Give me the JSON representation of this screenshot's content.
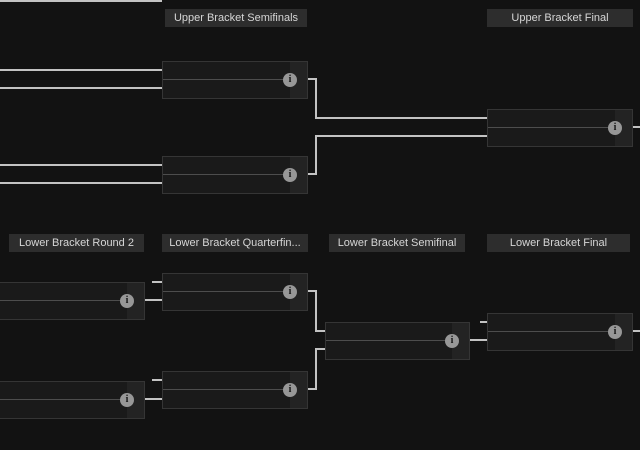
{
  "headers": {
    "upper_semifinals": "Upper Bracket Semifinals",
    "upper_final": "Upper Bracket Final",
    "lower_round_2": "Lower Bracket Round 2",
    "lower_quarterfinals": "Lower Bracket Quarterfin...",
    "lower_semifinal": "Lower Bracket Semifinal",
    "lower_final": "Lower Bracket Final"
  },
  "icons": {
    "info": "i"
  },
  "colors": {
    "background": "#121212",
    "header_bg": "#2d2d2d",
    "header_text": "#d6d6d6",
    "match_bg": "#1a1a1a",
    "match_border": "#353535",
    "match_divider": "#4d4d4d",
    "match_score_column_bg": "#232323",
    "connector": "#c3c3c3",
    "info_icon_bg": "#979797",
    "info_icon_glyph": "#161616"
  },
  "matches": [
    {
      "id": "upper-semifinal-1",
      "round": "Upper Bracket Semifinals",
      "top": "",
      "bottom": ""
    },
    {
      "id": "upper-semifinal-2",
      "round": "Upper Bracket Semifinals",
      "top": "",
      "bottom": ""
    },
    {
      "id": "upper-final",
      "round": "Upper Bracket Final",
      "top": "",
      "bottom": ""
    },
    {
      "id": "lower-round2-1",
      "round": "Lower Bracket Round 2",
      "top": "",
      "bottom": ""
    },
    {
      "id": "lower-round2-2",
      "round": "Lower Bracket Round 2",
      "top": "",
      "bottom": ""
    },
    {
      "id": "lower-quarterfinal-1",
      "round": "Lower Bracket Quarterfinals",
      "top": "",
      "bottom": ""
    },
    {
      "id": "lower-quarterfinal-2",
      "round": "Lower Bracket Quarterfinals",
      "top": "",
      "bottom": ""
    },
    {
      "id": "lower-semifinal",
      "round": "Lower Bracket Semifinal",
      "top": "",
      "bottom": ""
    },
    {
      "id": "lower-final",
      "round": "Lower Bracket Final",
      "top": "",
      "bottom": ""
    }
  ]
}
